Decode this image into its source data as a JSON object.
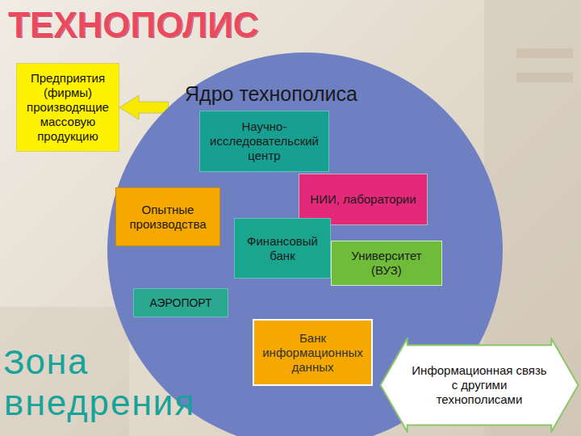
{
  "diagram": {
    "title": "ТЕХНОПОЛИС",
    "nodes": [
      {
        "text": [
          "Предприятия (фирмы) производящие массовую продукцию"
        ]
      },
      {
        "text": [
          "Ядро технополиса"
        ]
      },
      {
        "text": [
          "Научно- исследовательский центр"
        ],
        "in": 1
      },
      {
        "text": [
          "НИИ, лаборатории"
        ],
        "in": 1
      },
      {
        "text": [
          "Опытные производства"
        ],
        "in": 1
      },
      {
        "text": [
          "Финансовый банк"
        ],
        "in": 1
      },
      {
        "text": [
          "Университет (ВУЗ)"
        ],
        "in": 1
      },
      {
        "text": [
          "АЭРОПОРТ"
        ],
        "in": 1
      },
      {
        "text": [
          "Банк информационных данных"
        ],
        "in": 1
      },
      {
        "text": [
          "Информационная связь с другими технополисами"
        ]
      }
    ],
    "edges": [
      {
        "from": 1,
        "to": 0,
        "arrow": "to"
      }
    ],
    "labels": [
      "Зона внедрения"
    ]
  }
}
